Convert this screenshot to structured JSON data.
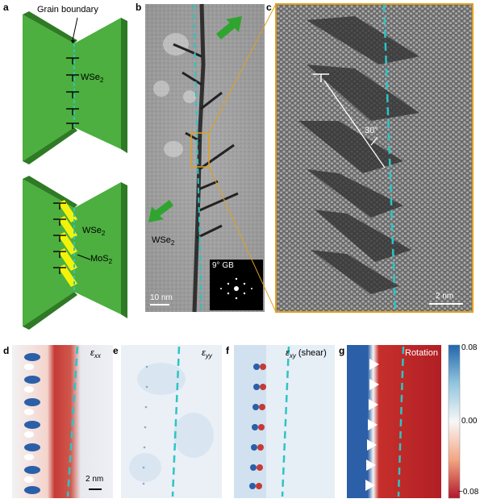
{
  "panel_labels": [
    "a",
    "b",
    "c",
    "d",
    "e",
    "f",
    "g"
  ],
  "panel_a": {
    "grain_boundary_label": "Grain boundary",
    "wse2_top": "WSe",
    "wse2_top_sub": "2",
    "wse2_bottom": "WSe",
    "wse2_bottom_sub": "2",
    "mos2_label": "MoS",
    "mos2_sub": "2"
  },
  "panel_b": {
    "wse2_label": "WSe",
    "wse2_sub": "2",
    "scale_bar": "10 nm",
    "inset_label": "9° GB"
  },
  "panel_c": {
    "angle_label": "30°",
    "scale_bar": "2 nm"
  },
  "panel_d": {
    "symbol": "ε",
    "subscript": "xx",
    "scale_bar": "2 nm"
  },
  "panel_e": {
    "symbol": "ε",
    "subscript": "yy"
  },
  "panel_f": {
    "symbol": "ε",
    "subscript": "xy",
    "suffix": " (shear)"
  },
  "panel_g": {
    "label": "Rotation"
  },
  "colorbar": {
    "max": "0.08",
    "mid": "0.00",
    "min": "−0.08",
    "colors": {
      "high": "#2166ac",
      "mid": "#f7f7f7",
      "low": "#b2182b"
    }
  },
  "colors": {
    "green": "#4caf3f",
    "green_dark": "#2f7a25",
    "yellow": "#f2f20a",
    "cyan": "#2ec4c4",
    "orange": "#e0a020"
  }
}
